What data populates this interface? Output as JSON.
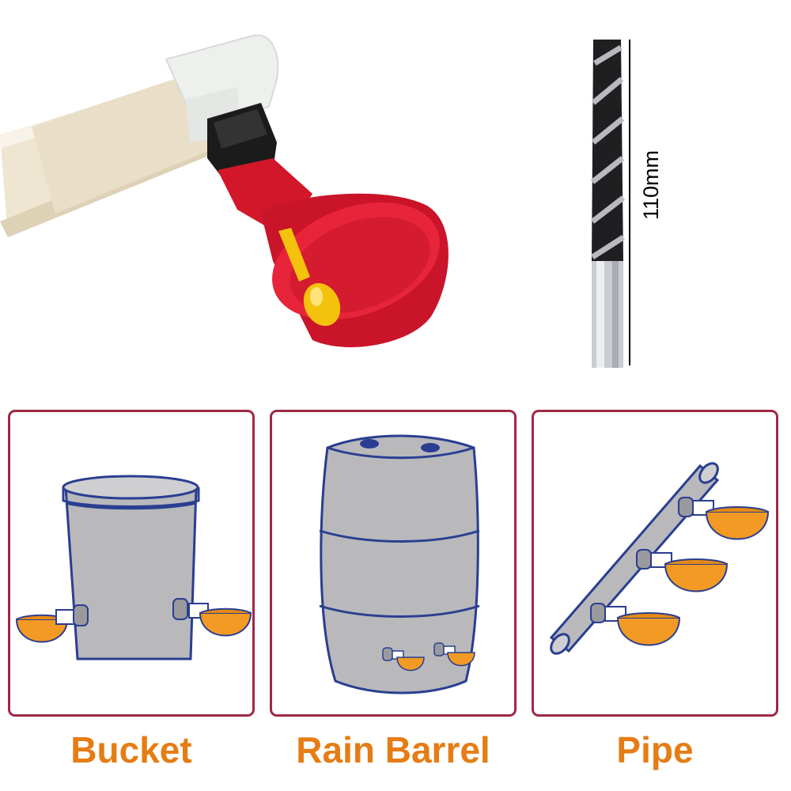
{
  "product": {
    "image": "chicken-waterer-cup-on-pipe",
    "colors": {
      "cup": "#e01a2a",
      "nipple": "#f4c20d",
      "fitting": "#1a1a1a",
      "pipe": "#f1e9d6"
    }
  },
  "drill_bit": {
    "length_label": "110mm"
  },
  "panels": [
    {
      "label": "Bucket"
    },
    {
      "label": "Rain Barrel"
    },
    {
      "label": "Pipe"
    }
  ],
  "colors": {
    "panel_border": "#9d2a45",
    "label_text": "#e57d14",
    "illustration_fill": "#b9b9bc",
    "illustration_stroke": "#2a3e91",
    "cup_fill": "#f29a24"
  }
}
